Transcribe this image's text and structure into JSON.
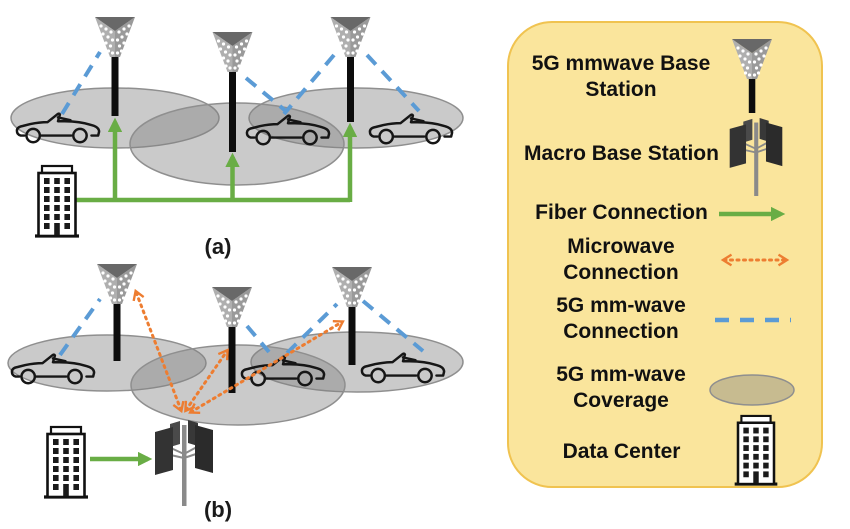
{
  "figure": {
    "panel_a_label": "(a)",
    "panel_b_label": "(b)",
    "panel_a": {
      "mmwave_base_stations": 3,
      "vehicles": 3,
      "coverage_cells": 3,
      "data_centers": 1,
      "backhaul": "fiber"
    },
    "panel_b": {
      "mmwave_base_stations": 3,
      "vehicles": 3,
      "coverage_cells": 3,
      "data_centers": 1,
      "macro_base_stations": 1,
      "backhaul": "microwave"
    }
  },
  "legend": {
    "items": [
      {
        "label": "5G mmwave Base Station",
        "icon": "mmwave-base-station-icon"
      },
      {
        "label": "Macro Base Station",
        "icon": "macro-base-station-icon"
      },
      {
        "label": "Fiber Connection",
        "icon": "fiber-connection-icon"
      },
      {
        "label": "Microwave Connection",
        "icon": "microwave-connection-icon"
      },
      {
        "label": "5G mm-wave Connection",
        "icon": "mmwave-connection-icon"
      },
      {
        "label": "5G mm-wave Coverage",
        "icon": "mmwave-coverage-icon"
      },
      {
        "label": "Data Center",
        "icon": "data-center-icon"
      }
    ]
  },
  "colors": {
    "fiber_green": "#69AD45",
    "mmwave_blue": "#5B9BD5",
    "microwave_orange": "#ED7D31",
    "coverage_gray": "#BFBFBF",
    "legend_bg": "#FAE59C",
    "legend_border": "#F0C350"
  }
}
